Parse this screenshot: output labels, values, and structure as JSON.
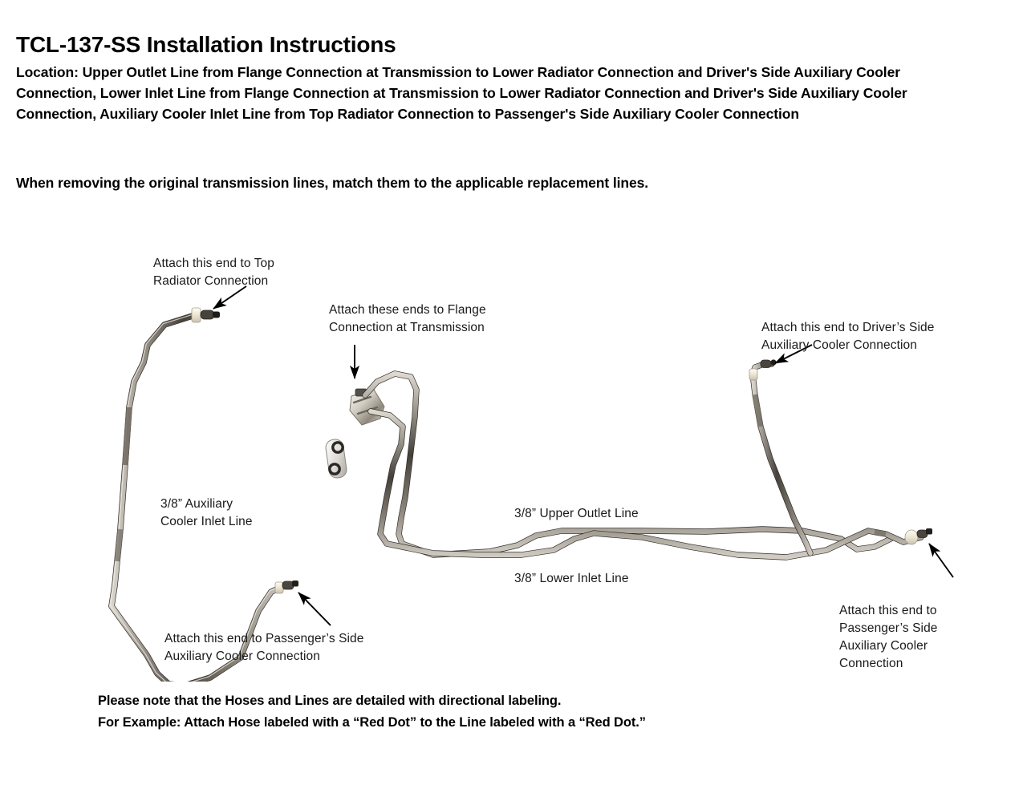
{
  "document": {
    "title": "TCL-137-SS Installation Instructions",
    "location_paragraph": "Location: Upper Outlet Line from Flange Connection at Transmission to Lower Radiator Connection and Driver's Side Auxiliary Cooler Connection, Lower Inlet Line from Flange Connection at Transmission to Lower Radiator Connection and Driver's Side Auxiliary Cooler Connection, Auxiliary Cooler Inlet Line from Top Radiator Connection to Passenger's Side Auxiliary Cooler Connection",
    "match_note": "When removing the original transmission lines, match them to the applicable replacement lines."
  },
  "footer": {
    "line1": "Please note that the Hoses and Lines are detailed with directional labeling.",
    "line2": "For Example: Attach Hose labeled with a “Red Dot” to the Line labeled with a “Red Dot.”"
  },
  "annotations": {
    "top_radiator": "Attach this end to Top\nRadiator Connection",
    "flange": "Attach these ends to Flange\nConnection at Transmission",
    "driver_side": "Attach this end to Driver’s Side\nAuxiliary Cooler Connection",
    "aux_cooler_inlet_line": "3/8” Auxiliary\nCooler Inlet Line",
    "upper_outlet_line": "3/8” Upper Outlet Line",
    "lower_inlet_line": "3/8” Lower Inlet Line",
    "passenger_side_left": "Attach this end to Passenger’s Side\nAuxiliary Cooler Connection",
    "passenger_side_right": "Attach this end to\nPassenger’s Side\nAuxiliary Cooler\nConnection"
  },
  "colors": {
    "background": "#ffffff",
    "text": "#000000",
    "annotation_text": "#1a1a1a",
    "tube_dark": "#3b3732",
    "tube_mid": "#8c867c",
    "tube_light": "#e2ded6",
    "ferrule": "#efe9da",
    "fitting_dark": "#2e2b27",
    "bracket": "#d8d6d2"
  },
  "parts": {
    "aux_cooler_inlet_line": "3/8” Auxiliary Cooler Inlet Line",
    "upper_outlet_line": "3/8” Upper Outlet Line",
    "lower_inlet_line": "3/8” Lower Inlet Line",
    "mounting_bracket": "two-hole mounting bracket",
    "flange_block": "flange connection block"
  }
}
